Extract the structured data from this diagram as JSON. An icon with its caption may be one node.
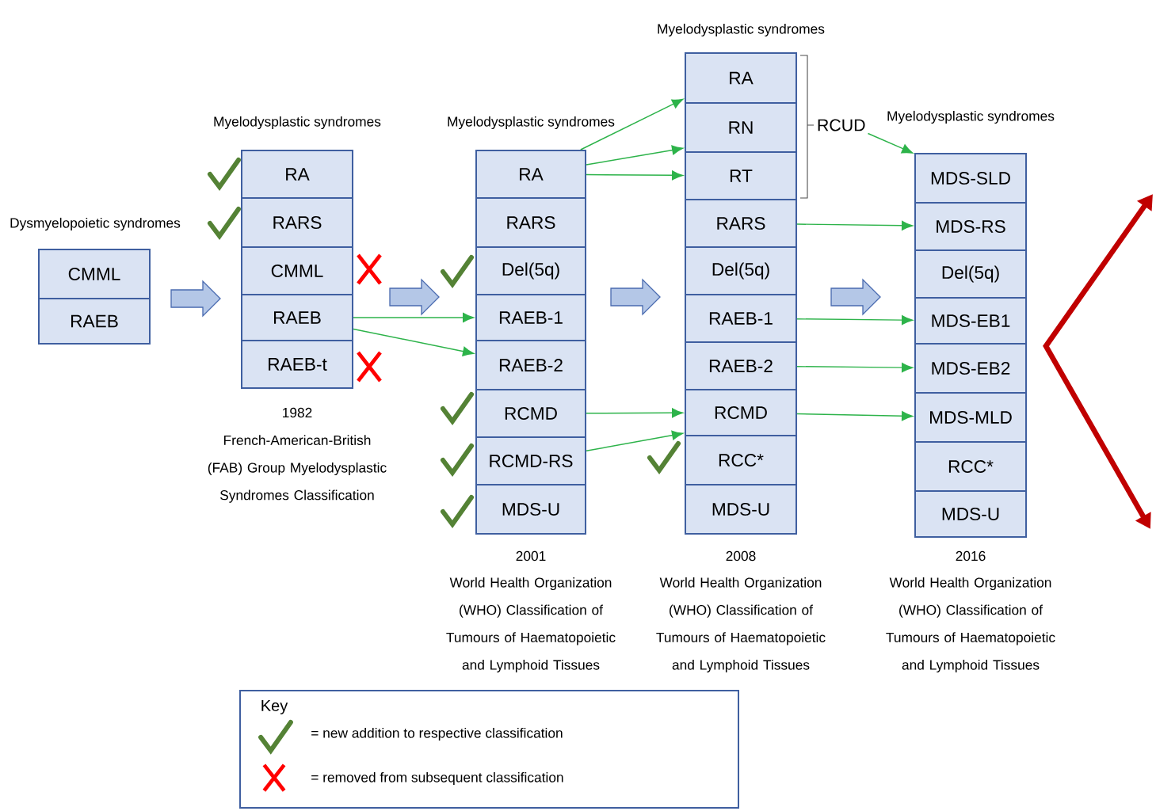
{
  "diagram": {
    "nodes": [
      {
        "text": [
          "Dysmyelopoietic syndromes"
        ]
      },
      {
        "text": [
          "CMML"
        ],
        "in": 0
      },
      {
        "text": [
          "RAEB"
        ],
        "in": 0
      },
      {
        "text": [
          "Myelodysplastic syndromes"
        ],
        "beside": [
          "1982",
          "French-American-British (FAB) Group Myelodysplastic Syndromes Classification"
        ]
      },
      {
        "text": [
          "RA"
        ],
        "in": 3
      },
      {
        "text": [
          "RARS"
        ],
        "in": 3
      },
      {
        "text": [
          "CMML"
        ],
        "in": 3
      },
      {
        "text": [
          "RAEB"
        ],
        "in": 3
      },
      {
        "text": [
          "RAEB-t"
        ],
        "in": 3
      },
      {
        "text": [
          "Myelodysplastic syndromes"
        ],
        "beside": [
          "2001",
          "World Health Organization (WHO) Classification of Tumours of Haematopoietic and Lymphoid Tissues"
        ]
      },
      {
        "text": [
          "RA"
        ],
        "in": 9
      },
      {
        "text": [
          "RARS"
        ],
        "in": 9
      },
      {
        "text": [
          "Del(5q)"
        ],
        "in": 9
      },
      {
        "text": [
          "RAEB-1"
        ],
        "in": 9
      },
      {
        "text": [
          "RAEB-2"
        ],
        "in": 9
      },
      {
        "text": [
          "RCMD"
        ],
        "in": 9
      },
      {
        "text": [
          "RCMD-RS"
        ],
        "in": 9
      },
      {
        "text": [
          "MDS-U"
        ],
        "in": 9
      },
      {
        "text": [
          "Myelodysplastic syndromes"
        ],
        "beside": [
          "2008",
          "World Health Organization (WHO) Classification of Tumours of Haematopoietic and Lymphoid Tissues"
        ]
      },
      {
        "text": [
          "RA"
        ],
        "in": 18
      },
      {
        "text": [
          "RN"
        ],
        "in": 18
      },
      {
        "text": [
          "RT"
        ],
        "in": 18
      },
      {
        "text": [
          "RARS"
        ],
        "in": 18
      },
      {
        "text": [
          "Del(5q)"
        ],
        "in": 18
      },
      {
        "text": [
          "RAEB-1"
        ],
        "in": 18
      },
      {
        "text": [
          "RAEB-2"
        ],
        "in": 18
      },
      {
        "text": [
          "RCMD"
        ],
        "in": 18
      },
      {
        "text": [
          "RCC*"
        ],
        "in": 18
      },
      {
        "text": [
          "MDS-U"
        ],
        "in": 18
      },
      {
        "text": [
          "RCUD"
        ]
      },
      {
        "text": [
          "Myelodysplastic syndromes"
        ],
        "beside": [
          "2016",
          "World Health Organization (WHO) Classification of Tumours of Haematopoietic and Lymphoid Tissues"
        ]
      },
      {
        "text": [
          "MDS-SLD"
        ],
        "in": 30
      },
      {
        "text": [
          "MDS-RS"
        ],
        "in": 30
      },
      {
        "text": [
          "Del(5q)"
        ],
        "in": 30
      },
      {
        "text": [
          "MDS-EB1"
        ],
        "in": 30
      },
      {
        "text": [
          "MDS-EB2"
        ],
        "in": 30
      },
      {
        "text": [
          "MDS-MLD"
        ],
        "in": 30
      },
      {
        "text": [
          "RCC*"
        ],
        "in": 30
      },
      {
        "text": [
          "MDS-U"
        ],
        "in": 30
      }
    ],
    "edges": [
      {
        "from": 0,
        "to": 3,
        "arrow": "to",
        "style": "thick",
        "color": "#b4c7e7"
      },
      {
        "from": 3,
        "to": 9,
        "arrow": "to",
        "style": "thick",
        "color": "#b4c7e7"
      },
      {
        "from": 9,
        "to": 18,
        "arrow": "to",
        "style": "thick",
        "color": "#b4c7e7"
      },
      {
        "from": 18,
        "to": 30,
        "arrow": "to",
        "style": "thick",
        "color": "#b4c7e7"
      },
      {
        "from": 7,
        "to": 13,
        "arrow": "to"
      },
      {
        "from": 7,
        "to": 14,
        "arrow": "to"
      },
      {
        "from": 10,
        "to": 19,
        "arrow": "to"
      },
      {
        "from": 10,
        "to": 20,
        "arrow": "to"
      },
      {
        "from": 10,
        "to": 21,
        "arrow": "to"
      },
      {
        "from": 15,
        "to": 26,
        "arrow": "to"
      },
      {
        "from": 16,
        "to": 26,
        "arrow": "to"
      },
      {
        "from": 29,
        "to": 31,
        "arrow": "to"
      },
      {
        "from": 22,
        "to": 32,
        "arrow": "to"
      },
      {
        "from": 24,
        "to": 34,
        "arrow": "to"
      },
      {
        "from": 25,
        "to": 35,
        "arrow": "to"
      },
      {
        "from": 26,
        "to": 36,
        "arrow": "to"
      }
    ],
    "labels": [
      "Key"
    ],
    "legend": [
      {
        "text": "= new addition to respective classification"
      },
      {
        "text": "= removed from subsequent classification"
      }
    ]
  }
}
